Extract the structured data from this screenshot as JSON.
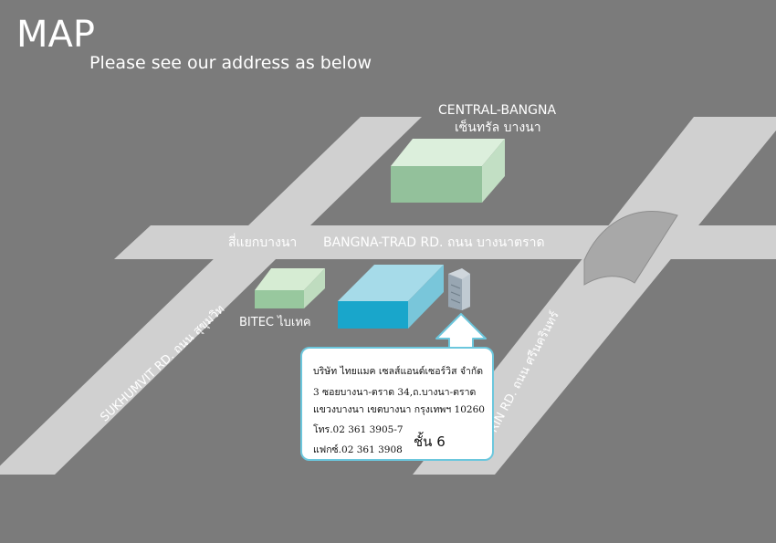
{
  "title": "MAP",
  "subtitle": "Please see our address as below",
  "landmarks": {
    "central_en": "CENTRAL-BANGNA",
    "central_th": "เซ็นทรัล บางนา",
    "bitec": "BITEC ไบเทค"
  },
  "roads": {
    "intersection": "สี่แยกบางนา",
    "bangna_trad": "BANGNA-TRAD RD. ถนน บางนาตราด",
    "sukhumvit": "SUKHUMVIT RD. ถนน สุขุมวิท",
    "srinakarin": "RIN RD. ถนน ศรีนครินทร์"
  },
  "address": {
    "line1": "บริษัท ไทยแมค เซลส์แอนด์เซอร์วิส จำกัด",
    "line2": "3 ซอยบางนา-ตราด 34,ถ.บางนา-ตราด",
    "line3": "แขวงบางนา เขตบางนา   กรุงเทพฯ 10260",
    "line4": "โทร.02 361 3905-7",
    "line5": "แฟกซ์.02 361 3908",
    "floor": "ชั้น 6"
  },
  "colors": {
    "background": "#7b7b7b",
    "road": "#cfcfcf",
    "central_building": "#9cc8a4",
    "bitec_building": "#b9deb9",
    "office_building": "#22a9cc",
    "callout_border": "#6cc7dd"
  }
}
